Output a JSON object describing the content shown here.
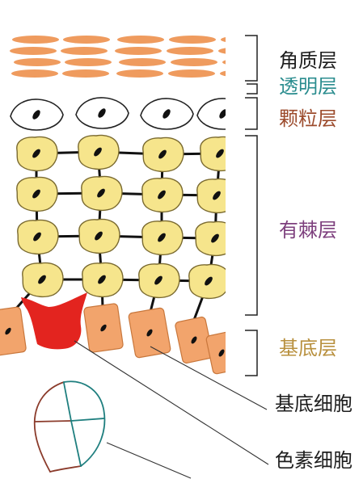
{
  "layers": {
    "corneum": {
      "label": "角质层",
      "color": "#1e1e1e"
    },
    "lucidum": {
      "label": "透明层",
      "color": "#2b8d8f"
    },
    "granulosum": {
      "label": "颗粒层",
      "color": "#9c4b2c"
    },
    "spinosum": {
      "label": "有棘层",
      "color": "#7d3f7d"
    },
    "basale": {
      "label": "基底层",
      "color": "#b8903e"
    }
  },
  "callouts": {
    "basal_cell": {
      "label": "基底细胞",
      "color": "#1e1e1e"
    },
    "pigment_cell": {
      "label": "色素细胞",
      "color": "#1e1e1e"
    }
  },
  "colors": {
    "corneum_cell": "#ef9b5e",
    "granular_cell": "#ffffff",
    "granular_outline": "#222222",
    "spinous_cell": "#f6e58c",
    "spinous_outline": "#7a6a30",
    "basal_cell": "#f2a46c",
    "basal_outline": "#c8773c",
    "melanocyte": "#e3241f",
    "nucleus": "#111111",
    "desmosome_line": "#111111",
    "bracket": "#222222",
    "pointer": "#333333",
    "head_outline_left": "#8b3b2b",
    "head_outline_right": "#1f7f7f"
  }
}
